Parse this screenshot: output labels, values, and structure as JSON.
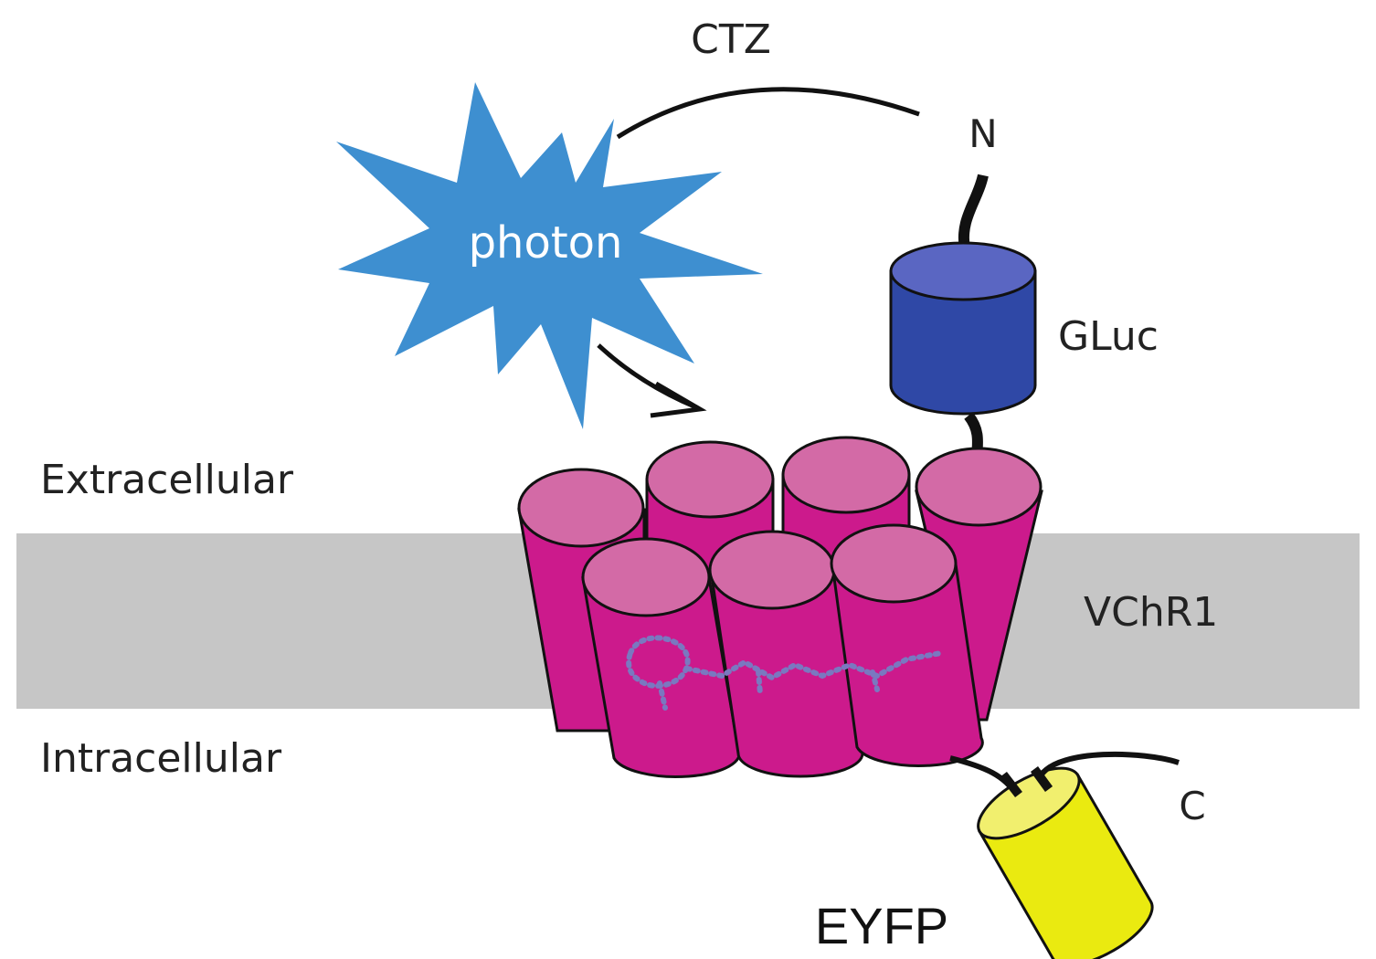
{
  "labels": {
    "ctz": "CTZ",
    "n_terminus": "N",
    "photon": "photon",
    "gluc": "GLuc",
    "extracellular": "Extracellular",
    "vchr1": "VChR1",
    "intracellular": "Intracellular",
    "c_terminus": "C",
    "eyfp": "EYFP"
  },
  "colors": {
    "membrane": "#c6c6c6",
    "helix_side": "#cc1a8c",
    "helix_top": "#d36aa6",
    "photon_star": "#3e8fd0",
    "gluc_side": "#2f48a6",
    "gluc_top": "#5a66c2",
    "eyfp_side": "#eaea10",
    "eyfp_top": "#f1ef6e",
    "retinal": "#7a78c0",
    "line": "#111111"
  }
}
